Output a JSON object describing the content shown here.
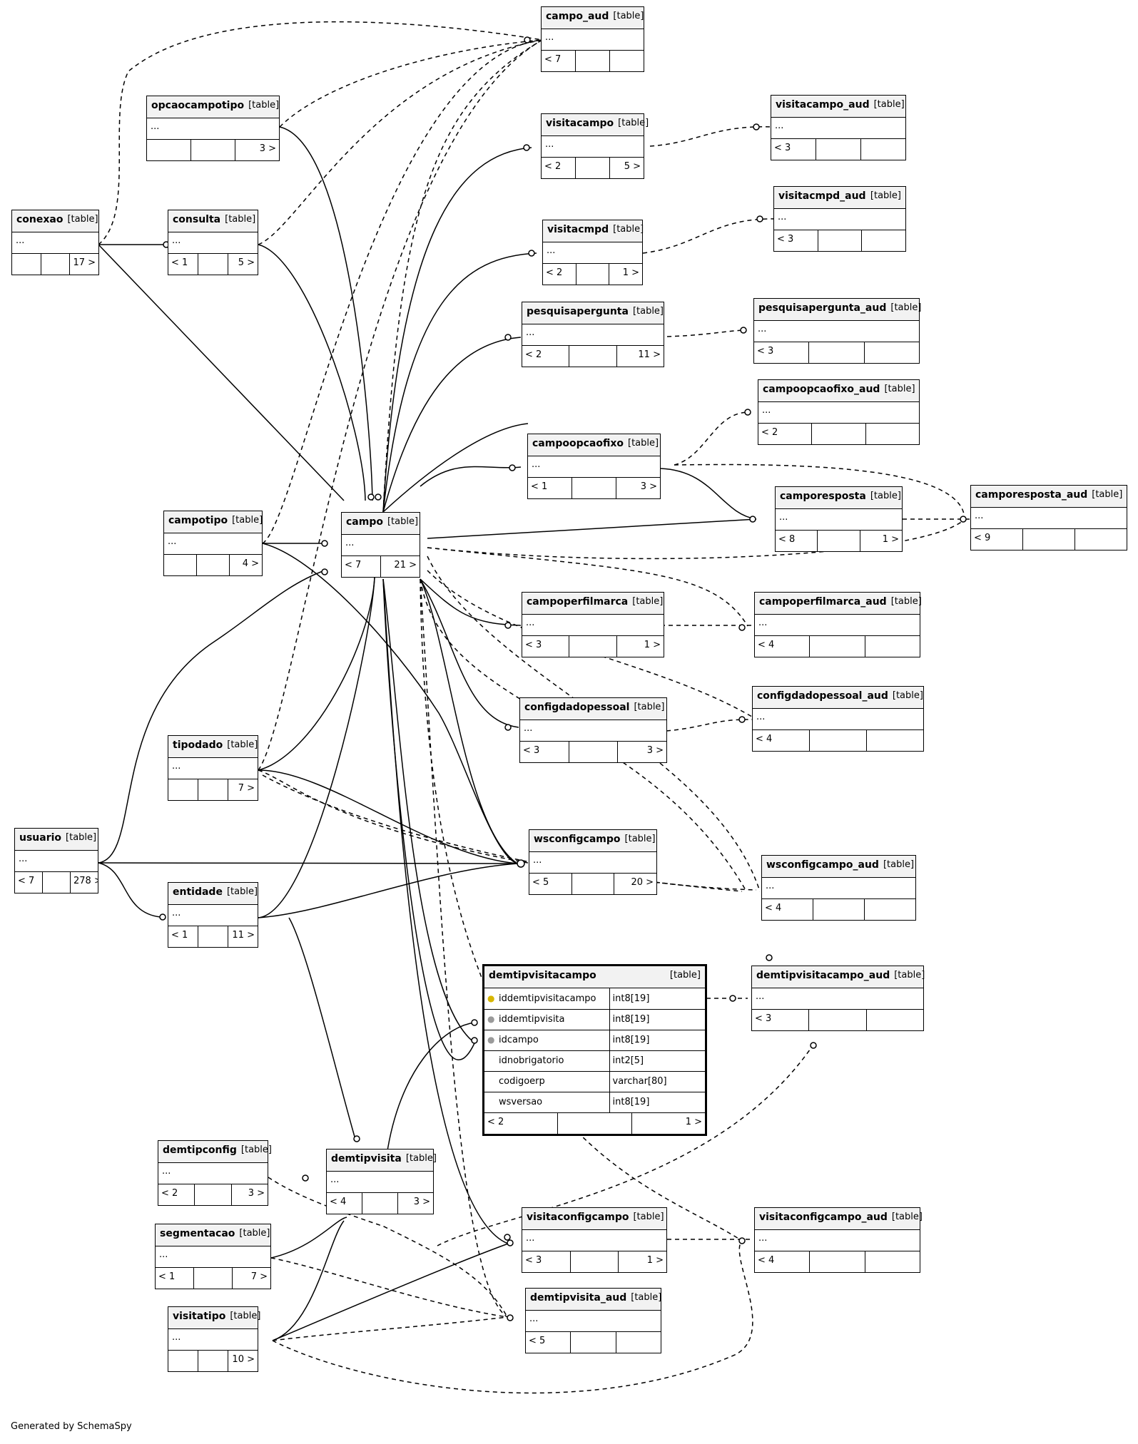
{
  "tables": [
    {
      "id": "campo_aud",
      "name": "campo_aud",
      "tag": "[table]",
      "body": "...",
      "foot": [
        "< 7",
        "",
        ""
      ]
    },
    {
      "id": "opcaocampotipo",
      "name": "opcaocampotipo",
      "tag": "[table]",
      "body": "...",
      "foot": [
        "",
        "",
        "3 >"
      ]
    },
    {
      "id": "visitacampo",
      "name": "visitacampo",
      "tag": "[table]",
      "body": "...",
      "foot": [
        "< 2",
        "",
        "5 >"
      ]
    },
    {
      "id": "visitacampo_aud",
      "name": "visitacampo_aud",
      "tag": "[table]",
      "body": "...",
      "foot": [
        "< 3",
        "",
        ""
      ]
    },
    {
      "id": "visitacmpd_aud",
      "name": "visitacmpd_aud",
      "tag": "[table]",
      "body": "...",
      "foot": [
        "< 3",
        "",
        ""
      ]
    },
    {
      "id": "conexao",
      "name": "conexao",
      "tag": "[table]",
      "body": "...",
      "foot": [
        "",
        "",
        "17 >"
      ]
    },
    {
      "id": "consulta",
      "name": "consulta",
      "tag": "[table]",
      "body": "...",
      "foot": [
        "< 1",
        "",
        "5 >"
      ]
    },
    {
      "id": "visitacmpd",
      "name": "visitacmpd",
      "tag": "[table]",
      "body": "...",
      "foot": [
        "< 2",
        "",
        "1 >"
      ]
    },
    {
      "id": "pesquisapergunta",
      "name": "pesquisapergunta",
      "tag": "[table]",
      "body": "...",
      "foot": [
        "< 2",
        "",
        "11 >"
      ]
    },
    {
      "id": "pesquisapergunta_aud",
      "name": "pesquisapergunta_aud",
      "tag": "[table]",
      "body": "...",
      "foot": [
        "< 3",
        "",
        ""
      ]
    },
    {
      "id": "campoopcaofixo_aud",
      "name": "campoopcaofixo_aud",
      "tag": "[table]",
      "body": "...",
      "foot": [
        "< 2",
        "",
        ""
      ]
    },
    {
      "id": "campoopcaofixo",
      "name": "campoopcaofixo",
      "tag": "[table]",
      "body": "...",
      "foot": [
        "< 1",
        "",
        "3 >"
      ]
    },
    {
      "id": "camporesposta",
      "name": "camporesposta",
      "tag": "[table]",
      "body": "...",
      "foot": [
        "< 8",
        "",
        "1 >"
      ]
    },
    {
      "id": "camporesposta_aud",
      "name": "camporesposta_aud",
      "tag": "[table]",
      "body": "...",
      "foot": [
        "< 9",
        "",
        ""
      ]
    },
    {
      "id": "campotipo",
      "name": "campotipo",
      "tag": "[table]",
      "body": "...",
      "foot": [
        "",
        "",
        "4 >"
      ]
    },
    {
      "id": "campo",
      "name": "campo",
      "tag": "[table]",
      "body": "...",
      "foot": [
        "< 7",
        "21 >"
      ]
    },
    {
      "id": "campoperfilmarca",
      "name": "campoperfilmarca",
      "tag": "[table]",
      "body": "...",
      "foot": [
        "< 3",
        "",
        "1 >"
      ]
    },
    {
      "id": "campoperfilmarca_aud",
      "name": "campoperfilmarca_aud",
      "tag": "[table]",
      "body": "...",
      "foot": [
        "< 4",
        "",
        ""
      ]
    },
    {
      "id": "configdadopessoal",
      "name": "configdadopessoal",
      "tag": "[table]",
      "body": "...",
      "foot": [
        "< 3",
        "",
        "3 >"
      ]
    },
    {
      "id": "configdadopessoal_aud",
      "name": "configdadopessoal_aud",
      "tag": "[table]",
      "body": "...",
      "foot": [
        "< 4",
        "",
        ""
      ]
    },
    {
      "id": "tipodado",
      "name": "tipodado",
      "tag": "[table]",
      "body": "...",
      "foot": [
        "",
        "",
        "7 >"
      ]
    },
    {
      "id": "wsconfigcampo",
      "name": "wsconfigcampo",
      "tag": "[table]",
      "body": "...",
      "foot": [
        "< 5",
        "",
        "20 >"
      ]
    },
    {
      "id": "usuario",
      "name": "usuario",
      "tag": "[table]",
      "body": "...",
      "foot": [
        "< 7",
        "",
        "278 >"
      ]
    },
    {
      "id": "wsconfigcampo_aud",
      "name": "wsconfigcampo_aud",
      "tag": "[table]",
      "body": "...",
      "foot": [
        "< 4",
        "",
        ""
      ]
    },
    {
      "id": "entidade",
      "name": "entidade",
      "tag": "[table]",
      "body": "...",
      "foot": [
        "< 1",
        "",
        "11 >"
      ]
    },
    {
      "id": "demtipvisitacampo_aud",
      "name": "demtipvisitacampo_aud",
      "tag": "[table]",
      "body": "...",
      "foot": [
        "< 3",
        "",
        ""
      ]
    },
    {
      "id": "demtipconfig",
      "name": "demtipconfig",
      "tag": "[table]",
      "body": "...",
      "foot": [
        "< 2",
        "",
        "3 >"
      ]
    },
    {
      "id": "demtipvisita",
      "name": "demtipvisita",
      "tag": "[table]",
      "body": "...",
      "foot": [
        "< 4",
        "",
        "3 >"
      ]
    },
    {
      "id": "segmentacao",
      "name": "segmentacao",
      "tag": "[table]",
      "body": "...",
      "foot": [
        "< 1",
        "",
        "7 >"
      ]
    },
    {
      "id": "visitaconfigcampo",
      "name": "visitaconfigcampo",
      "tag": "[table]",
      "body": "...",
      "foot": [
        "< 3",
        "",
        "1 >"
      ]
    },
    {
      "id": "visitaconfigcampo_aud",
      "name": "visitaconfigcampo_aud",
      "tag": "[table]",
      "body": "...",
      "foot": [
        "< 4",
        "",
        ""
      ]
    },
    {
      "id": "visitatipo",
      "name": "visitatipo",
      "tag": "[table]",
      "body": "...",
      "foot": [
        "",
        "",
        "10 >"
      ]
    },
    {
      "id": "demtipvisita_aud",
      "name": "demtipvisita_aud",
      "tag": "[table]",
      "body": "...",
      "foot": [
        "< 5",
        "",
        ""
      ]
    }
  ],
  "focus": {
    "name": "demtipvisitacampo",
    "tag": "[table]",
    "columns": [
      {
        "name": "iddemtipvisitacampo",
        "type": "int8[19]",
        "key": "pk"
      },
      {
        "name": "iddemtipvisita",
        "type": "int8[19]",
        "key": "fk"
      },
      {
        "name": "idcampo",
        "type": "int8[19]",
        "key": "fk"
      },
      {
        "name": "idnobrigatorio",
        "type": "int2[5]",
        "key": ""
      },
      {
        "name": "codigoerp",
        "type": "varchar[80]",
        "key": ""
      },
      {
        "name": "wsversao",
        "type": "int8[19]",
        "key": ""
      }
    ],
    "foot": [
      "< 2",
      "",
      "1 >"
    ]
  },
  "footer": "Generated by SchemaSpy"
}
